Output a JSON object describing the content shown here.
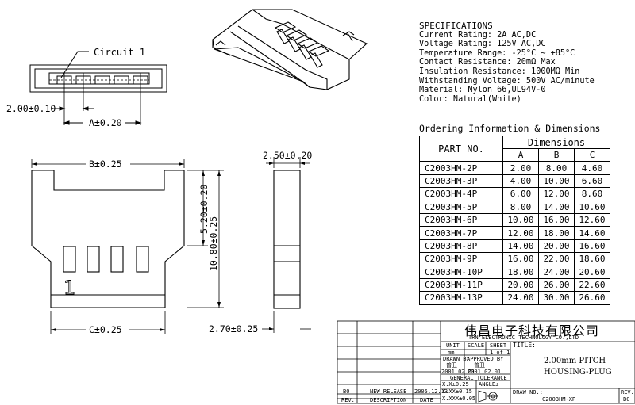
{
  "drawing": {
    "circuit_label": "Circuit 1",
    "dim_2_00": "2.00±0.10",
    "dim_a": "A±0.20",
    "dim_b": "B±0.25",
    "dim_c": "C±0.25",
    "dim_2_50": "2.50±0.20",
    "dim_5_20": "5.20±0.20",
    "dim_10_80": "10.80±0.25",
    "dim_2_70": "2.70±0.25",
    "pin_one": "1"
  },
  "specifications": {
    "heading": "SPECIFICATIONS",
    "lines": [
      "Current Rating: 2A AC,DC",
      "Voltage Rating: 125V AC,DC",
      "Temperature Range: -25°C ~ +85°C",
      "Contact Resistance: 20mΩ Max",
      "Insulation Resistance: 1000MΩ Min",
      "Withstanding Voltage: 500V AC/minute",
      "Material: Nylon 66,UL94V-0",
      "Color: Natural(White)"
    ]
  },
  "ordering": {
    "title": "Ordering Information & Dimensions",
    "part_header": "PART NO.",
    "dim_header": "Dimensions",
    "columns": [
      "A",
      "B",
      "C"
    ],
    "rows": [
      [
        "C2003HM-2P",
        "2.00",
        "8.00",
        "4.60"
      ],
      [
        "C2003HM-3P",
        "4.00",
        "10.00",
        "6.60"
      ],
      [
        "C2003HM-4P",
        "6.00",
        "12.00",
        "8.60"
      ],
      [
        "C2003HM-5P",
        "8.00",
        "14.00",
        "10.60"
      ],
      [
        "C2003HM-6P",
        "10.00",
        "16.00",
        "12.60"
      ],
      [
        "C2003HM-7P",
        "12.00",
        "18.00",
        "14.60"
      ],
      [
        "C2003HM-8P",
        "14.00",
        "20.00",
        "16.60"
      ],
      [
        "C2003HM-9P",
        "16.00",
        "22.00",
        "18.60"
      ],
      [
        "C2003HM-10P",
        "18.00",
        "24.00",
        "20.60"
      ],
      [
        "C2003HM-11P",
        "20.00",
        "26.00",
        "22.60"
      ],
      [
        "C2003HM-13P",
        "24.00",
        "30.00",
        "26.60"
      ]
    ]
  },
  "title_block": {
    "company_cn": "伟昌电子科技有限公司",
    "company_en": "TRN ELECTRONIC TECHNOLOGY CO.,LTD",
    "unit_label": "UNIT",
    "unit_value": "mm",
    "scale_label": "SCALE",
    "sheet_label": "SHEET",
    "sheet_value": "1 of 1",
    "title_label": "TITLE:",
    "title_line1": "2.00mm PITCH",
    "title_line2": "HOUSING-PLUG",
    "drawn_label": "DRAWN BY",
    "approved_label": "APPROVED BY",
    "drawn_name": "曾丑一",
    "approved_name": "曾丑一",
    "drawn_date": "2001.02.01",
    "approved_date": "2001.02.01",
    "tolerance_label": "GENERAL TOLERANCE",
    "tol_x": "X.X±0.25",
    "tol_xx": "X.XX±0.15",
    "tol_xxx": "X.XXX±0.05",
    "angle_label": "ANGLE±",
    "drawno_label": "DRAW NO.:",
    "drawno_value": "C2003HM-XP",
    "rev_label": "REV.",
    "rev_value": "B0",
    "rev_row": [
      "B0",
      "NEW RELEASE",
      "2005.12.13"
    ],
    "rev_headers": [
      "REV.",
      "DESCRIPTION",
      "DATE"
    ]
  }
}
